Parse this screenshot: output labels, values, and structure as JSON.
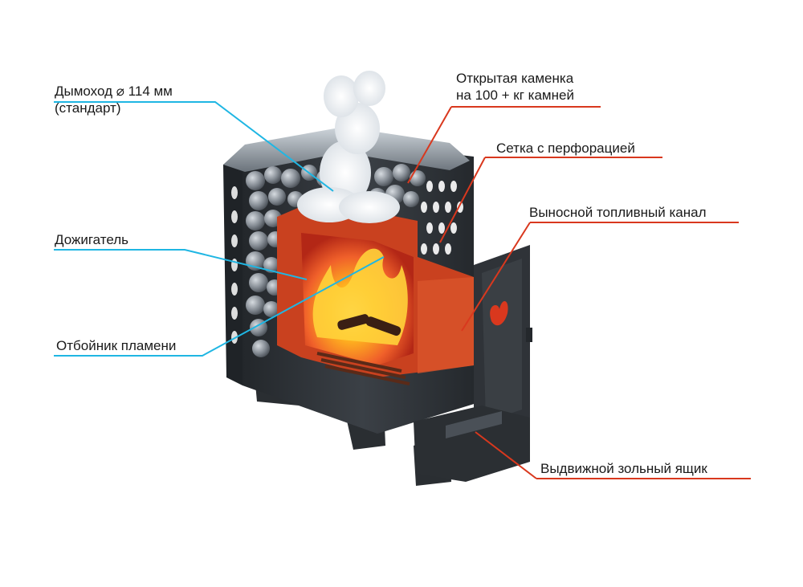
{
  "labels": {
    "chimney_line1": "Дымоход  ⌀ 114 мм",
    "chimney_line2": "(стандарт)",
    "afterburner": "Дожигатель",
    "deflector": "Отбойник пламени",
    "open_heater_line1": "Открытая каменка",
    "open_heater_line2": "на 100 + кг камней",
    "mesh": "Сетка с перфорацией",
    "fuel_channel": "Выносной топливный канал",
    "ash_box": "Выдвижной зольный ящик"
  },
  "colors": {
    "left_leader": "#1fb6e3",
    "right_leader": "#d9381e",
    "stove_body": "#2b2f33",
    "stove_face": "#3a3f44",
    "firebox": "#e0562a",
    "fire_core": "#ffd23a",
    "stones": "#8c939b",
    "steam": "#eef1f4"
  }
}
